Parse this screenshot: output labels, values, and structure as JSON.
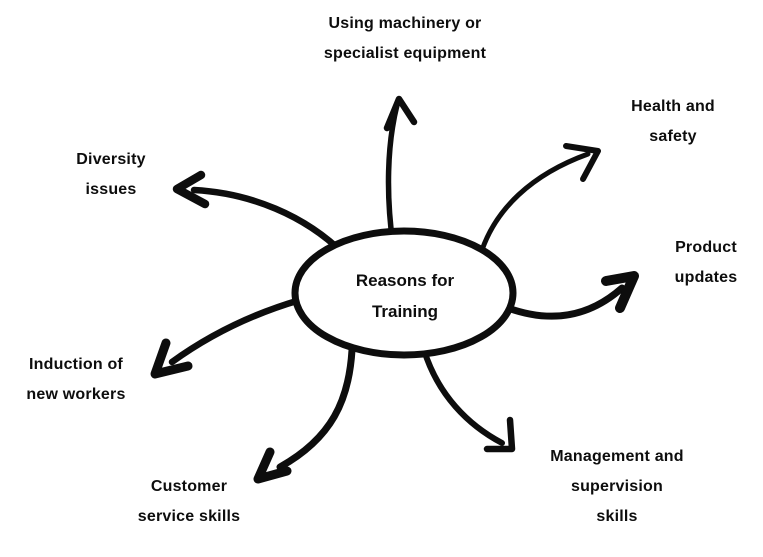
{
  "diagram": {
    "center_label": "Reasons for\nTraining",
    "nodes": {
      "using_machinery": "Using machinery or\nspecialist equipment",
      "health_safety": "Health and\nsafety",
      "product_updates": "Product\nupdates",
      "management_supervision": "Management and\nsupervision\nskills",
      "customer_service": "Customer\nservice skills",
      "induction": "Induction of\nnew workers",
      "diversity": "Diversity\nissues"
    },
    "colors": {
      "ink": "#0d0d0d",
      "background": "#ffffff"
    }
  }
}
